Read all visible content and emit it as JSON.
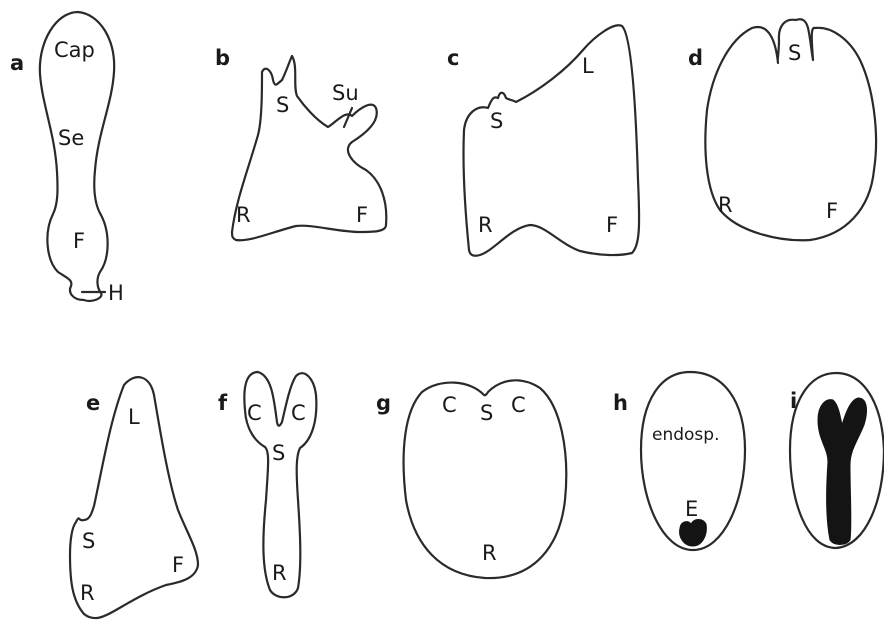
{
  "colors": {
    "line": "#2a2a2a",
    "fill": "#141414",
    "background": "#ffffff"
  },
  "panels": {
    "a": {
      "letter": "a",
      "labels": [
        "Cap",
        "Se",
        "F",
        "H"
      ]
    },
    "b": {
      "letter": "b",
      "labels": [
        "S",
        "Su",
        "R",
        "F"
      ]
    },
    "c": {
      "letter": "c",
      "labels": [
        "L",
        "S",
        "R",
        "F"
      ]
    },
    "d": {
      "letter": "d",
      "labels": [
        "S",
        "R",
        "F"
      ]
    },
    "e": {
      "letter": "e",
      "labels": [
        "L",
        "S",
        "F",
        "R"
      ]
    },
    "f": {
      "letter": "f",
      "labels": [
        "C",
        "C",
        "S",
        "R"
      ]
    },
    "g": {
      "letter": "g",
      "labels": [
        "C",
        "S",
        "C",
        "R"
      ]
    },
    "h": {
      "letter": "h",
      "labels": [
        "endosp.",
        "E"
      ]
    },
    "i": {
      "letter": "i",
      "labels": []
    }
  }
}
